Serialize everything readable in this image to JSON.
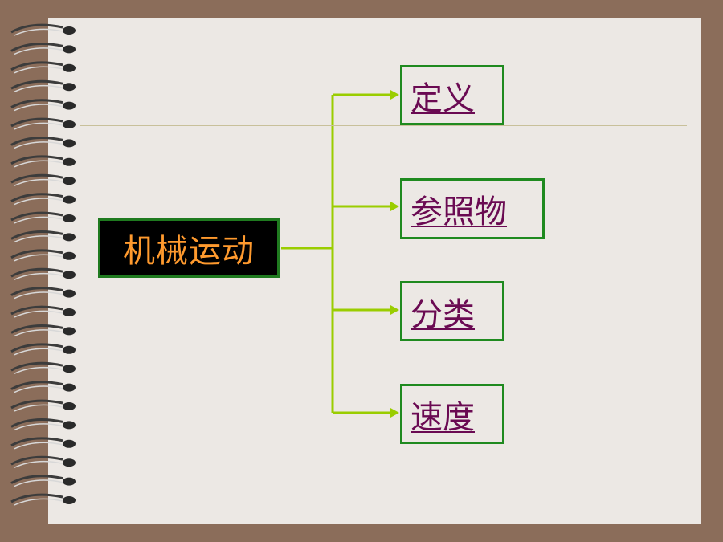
{
  "diagram": {
    "root": {
      "label": "机械运动"
    },
    "children": [
      {
        "label": "定义"
      },
      {
        "label": "参照物"
      },
      {
        "label": "分类"
      },
      {
        "label": "速度"
      }
    ]
  },
  "colors": {
    "background": "#8b6d5a",
    "paper": "#ece8e4",
    "connector": "#9acd00",
    "root_fill": "#000000",
    "root_text": "#ff9a2e",
    "node_border": "#1f8a1f",
    "link_text": "#6a0a52"
  }
}
